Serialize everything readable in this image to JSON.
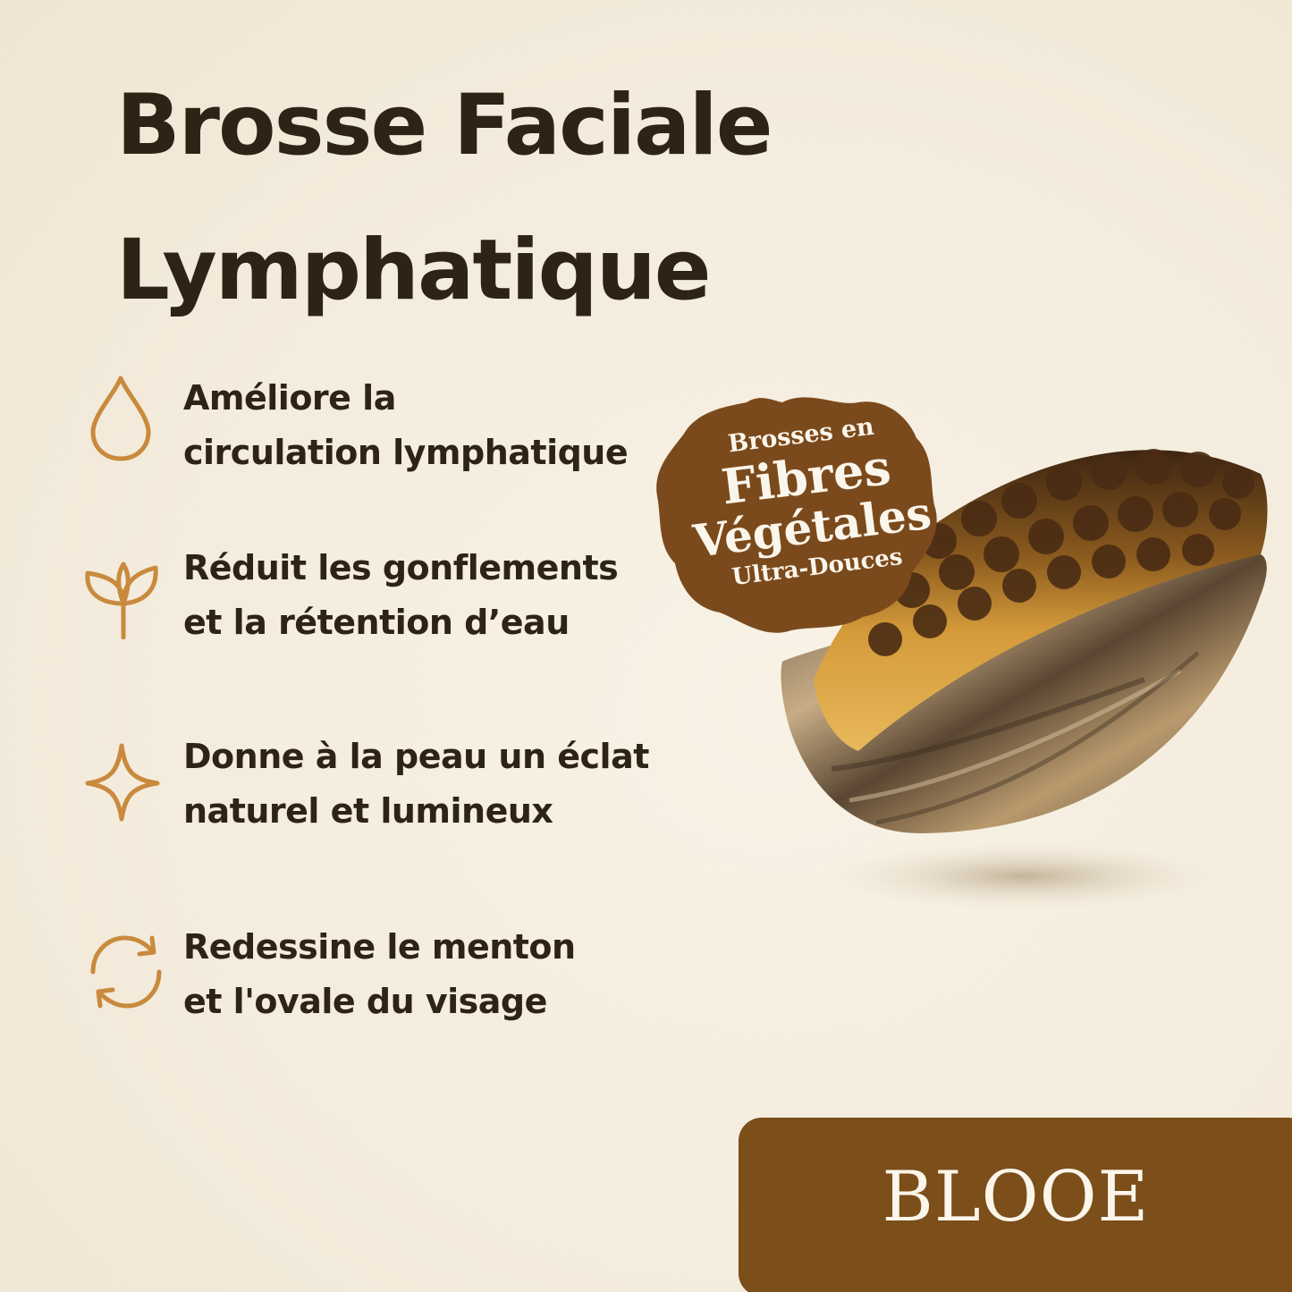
{
  "title": {
    "line1": "Brosse Faciale",
    "line2": "Lymphatique"
  },
  "benefits": [
    {
      "icon": "water-drop-icon",
      "line1": "Améliore la",
      "line2": "circulation lymphatique"
    },
    {
      "icon": "leaf-sprout-icon",
      "line1": "Réduit les gonflements",
      "line2": "et la rétention d’eau"
    },
    {
      "icon": "sparkle-icon",
      "line1": "Donne à la peau un éclat",
      "line2": "naturel et lumineux"
    },
    {
      "icon": "refresh-cycle-icon",
      "line1": "Redessine le menton",
      "line2": "et l'ovale du visage"
    }
  ],
  "badge": {
    "line1": "Brosses en",
    "line2": "Fibres",
    "line3": "Végétales",
    "line4": "Ultra-Douces"
  },
  "brand": "BLOOE",
  "colors": {
    "background": "#f4ecdd",
    "text": "#2e2416",
    "icon_accent": "#c98a3e",
    "badge": "#7b4a1c",
    "brand_box": "#7b4e1a"
  }
}
